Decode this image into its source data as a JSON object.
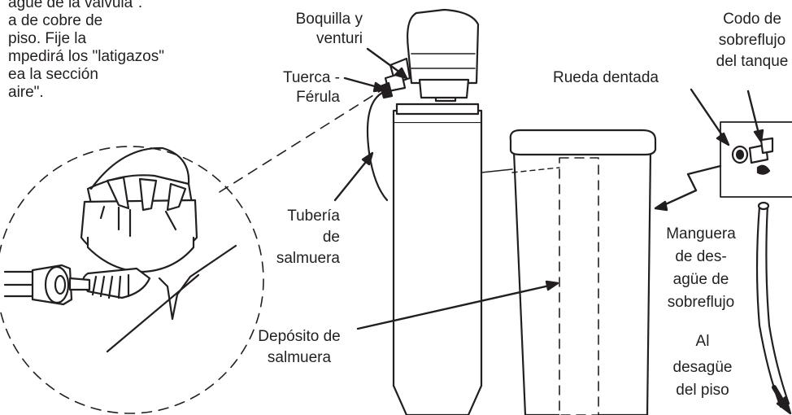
{
  "instruction_text": [
    "agüe de la válvula\".",
    "a de cobre de",
    "piso. Fije la",
    "mpedirá los \"latigazos\"",
    "ea la sección",
    "aire\"."
  ],
  "labels": {
    "nozzle_venturi": [
      "Boquilla y",
      "venturi"
    ],
    "nut_ferrule": [
      "Tuerca -",
      "Férula"
    ],
    "brine_tubing": [
      "Tubería",
      "de",
      "salmuera"
    ],
    "brine_tank": [
      "Depósito de",
      "salmuera"
    ],
    "grommet": "Rueda dentada",
    "overflow_elbow": [
      "Codo de",
      "sobreflujo",
      "del tanque"
    ],
    "overflow_hose": [
      "Manguera",
      "de des-",
      "agüe de",
      "sobreflujo"
    ],
    "to_drain": [
      "Al",
      "desagüe",
      "del piso"
    ]
  },
  "colors": {
    "ink": "#231f20",
    "background": "#ffffff"
  }
}
